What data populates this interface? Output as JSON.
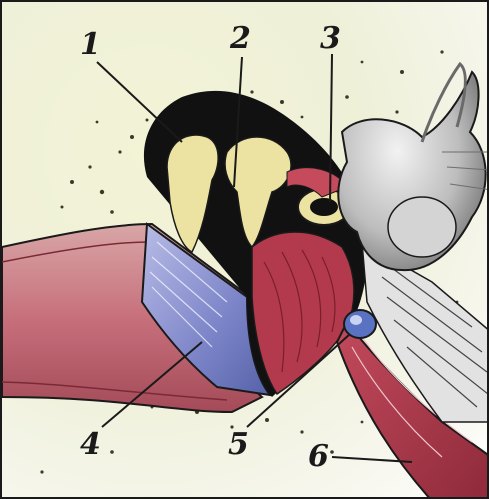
{
  "figure": {
    "labels": [
      "1",
      "2",
      "3",
      "4",
      "5",
      "6"
    ]
  },
  "colors": {
    "outline": "#1a1a1a",
    "bone": "#e9e3a6",
    "muscle": "#b83a4c",
    "canal": "#c45a6a",
    "membrane": "#8c8ec8",
    "tube_opening": "#6f86c9",
    "inner_ear": "#b8b8b8",
    "background": "#f3f3d6"
  }
}
